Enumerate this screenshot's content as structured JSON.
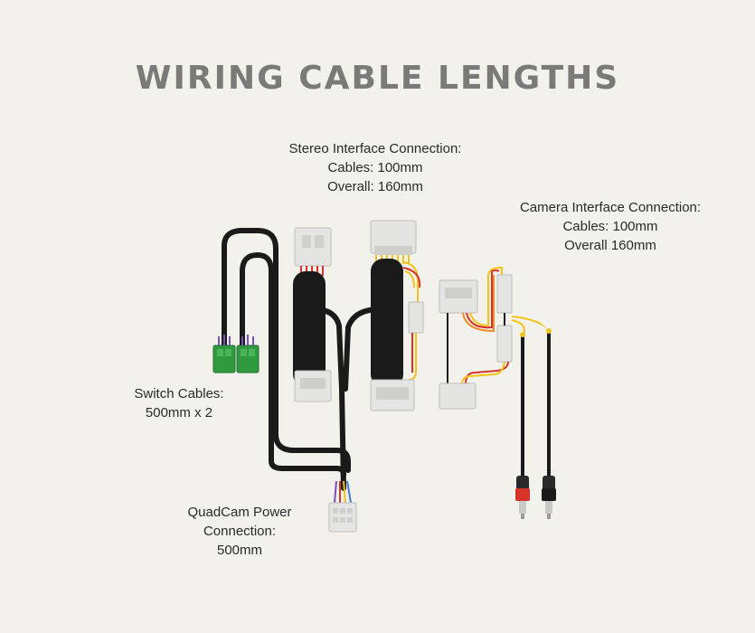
{
  "title": "WIRING CABLE LENGTHS",
  "labels": {
    "stereo": {
      "heading": "Stereo Interface Connection:",
      "line1": "Cables: 100mm",
      "line2": "Overall: 160mm"
    },
    "camera": {
      "heading": "Camera Interface Connection:",
      "line1": "Cables: 100mm",
      "line2": "Overall 160mm"
    },
    "switch": {
      "heading": "Switch Cables:",
      "line1": "500mm x 2"
    },
    "quadcam": {
      "heading": "QuadCam Power",
      "line1": "Connection:",
      "line2": "500mm"
    }
  },
  "colors": {
    "background": "#f3f1ec",
    "title": "#7a7a78",
    "cable": "#1a1a1a",
    "connector": "#e4e4e2",
    "switch_connector": "#2f9a3f",
    "wire_red": "#d8332a",
    "wire_yellow": "#f0c419",
    "wire_orange": "#f08a24",
    "wire_purple": "#7a4fb8",
    "wire_white": "#f4f4f4"
  },
  "icons": {
    "rca_red": "rca-plug-red-icon",
    "rca_black": "rca-plug-black-icon"
  }
}
